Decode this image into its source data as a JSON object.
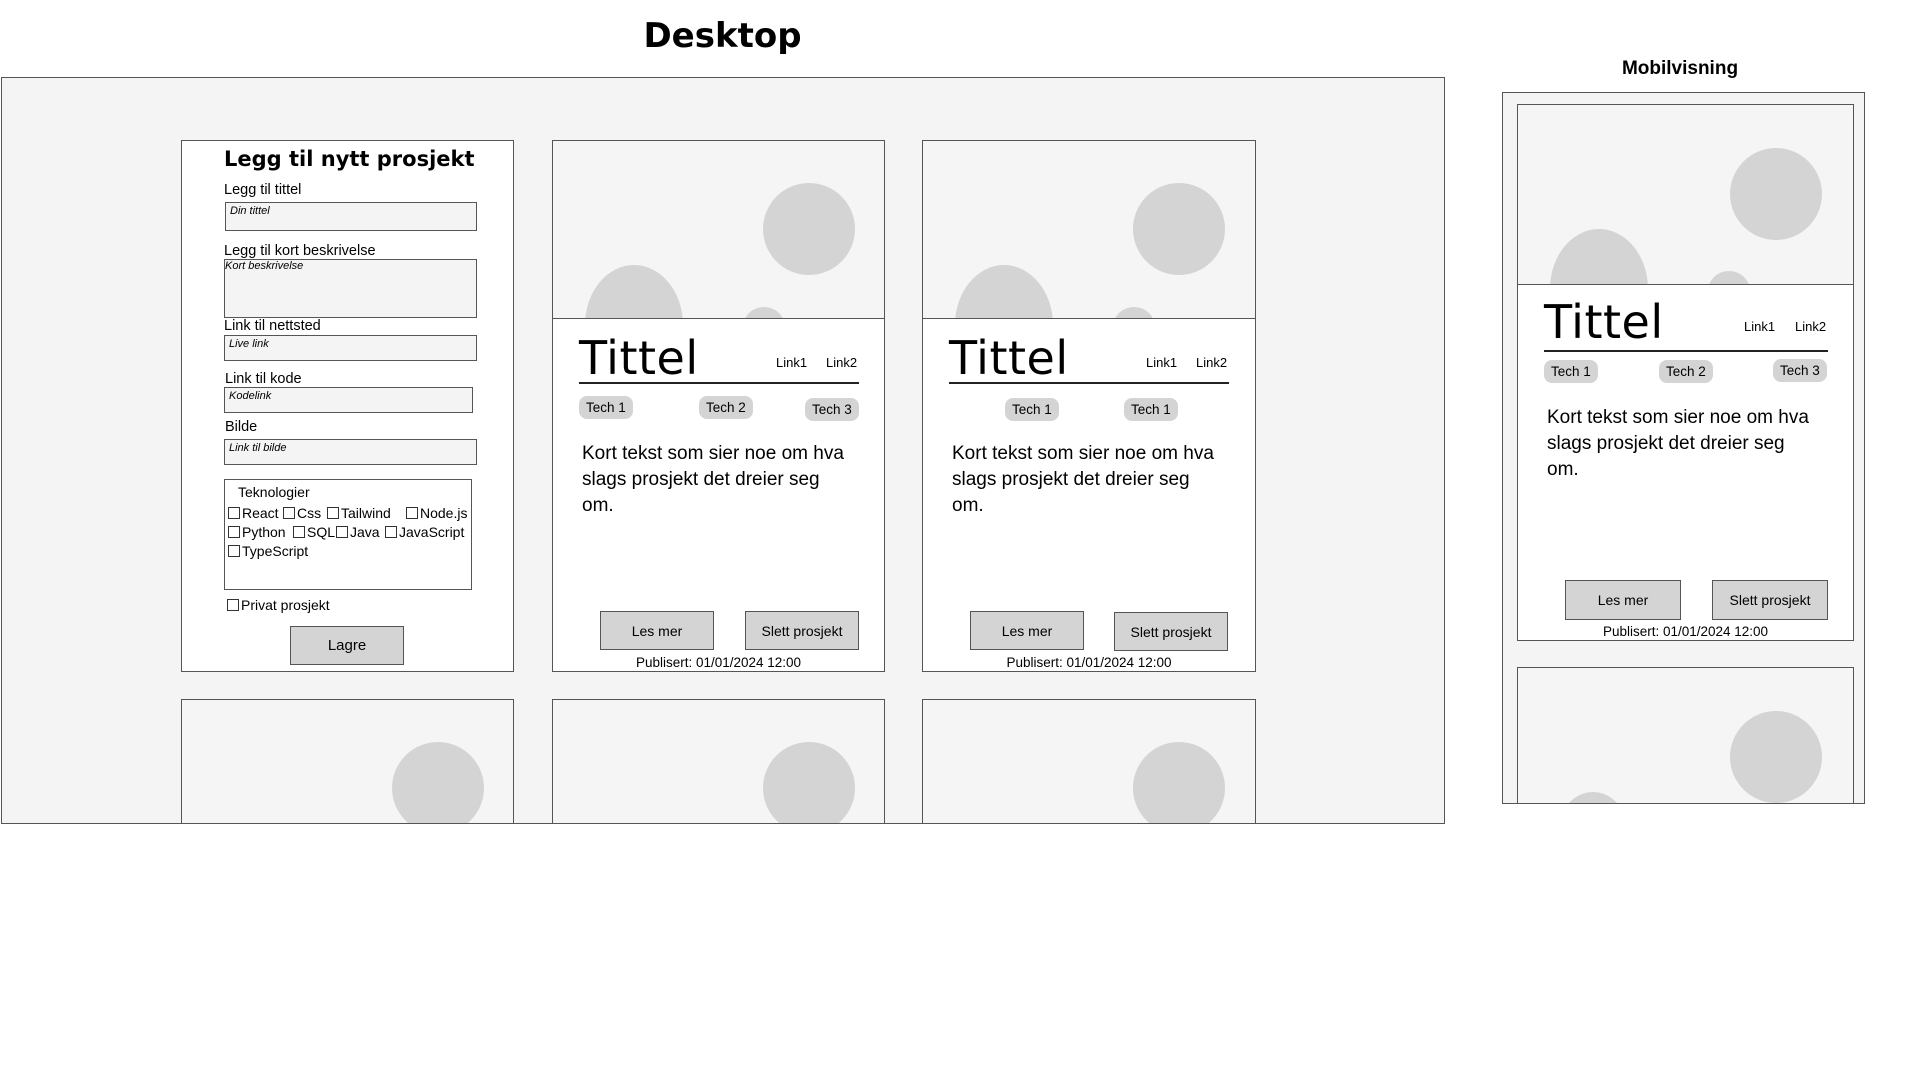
{
  "headings": {
    "desktop": "Desktop",
    "mobile": "Mobilvisning"
  },
  "form": {
    "title": "Legg til nytt prosjekt",
    "fields": [
      {
        "label": "Legg til tittel",
        "placeholder": "Din tittel"
      },
      {
        "label": "Legg til kort  beskrivelse",
        "placeholder": "Kort beskrivelse"
      },
      {
        "label": "Link til nettsted",
        "placeholder": "Live link"
      },
      {
        "label": "Link til kode",
        "placeholder": "Kodelink"
      },
      {
        "label": "Bilde",
        "placeholder": "Link til bilde"
      }
    ],
    "technologies_label": "Teknologier",
    "technologies": [
      "React",
      "Css",
      "Tailwind",
      "Node.js",
      "Python",
      "SQL",
      "Java",
      "JavaScript",
      "TypeScript"
    ],
    "private_label": "Privat prosjekt",
    "save_label": "Lagre"
  },
  "cards": [
    {
      "title": "Tittel",
      "link1": "Link1",
      "link2": "Link2",
      "techs": [
        "Tech 1",
        "Tech 2",
        "Tech 3"
      ],
      "description": "Kort tekst som sier noe om hva slags prosjekt det dreier seg om.",
      "read_more": "Les mer",
      "delete": "Slett prosjekt",
      "published": "Publisert: 01/01/2024 12:00"
    },
    {
      "title": "Tittel",
      "link1": "Link1",
      "link2": "Link2",
      "techs": [
        "Tech 1",
        "Tech 1"
      ],
      "description": "Kort tekst som sier noe om hva slags prosjekt det dreier seg om.",
      "read_more": "Les mer",
      "delete": "Slett prosjekt",
      "published": "Publisert: 01/01/2024 12:00"
    }
  ],
  "mobile_card": {
    "title": "Tittel",
    "link1": "Link1",
    "link2": "Link2",
    "techs": [
      "Tech 1",
      "Tech 2",
      "Tech 3"
    ],
    "description": "Kort tekst som sier noe om hva slags prosjekt det dreier seg om.",
    "read_more": "Les mer",
    "delete": "Slett prosjekt",
    "published": "Publisert: 01/01/2024 12:00"
  }
}
